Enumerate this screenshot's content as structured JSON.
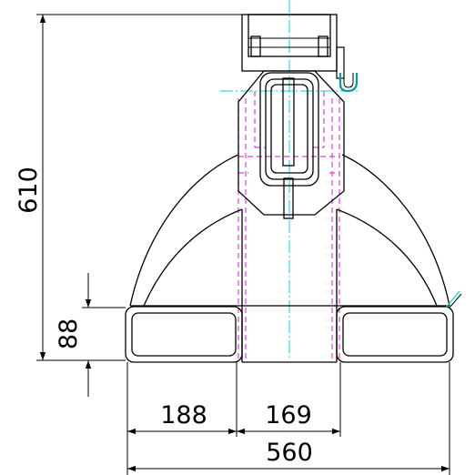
{
  "dimensions": {
    "height_total": "610",
    "height_arm": "88",
    "width_arm": "188",
    "width_center": "169",
    "width_total": "560"
  },
  "colors": {
    "outline": "#000000",
    "hidden_line": "#e040e0",
    "center_line": "#00d8d8",
    "hook": "#00a0a0"
  }
}
